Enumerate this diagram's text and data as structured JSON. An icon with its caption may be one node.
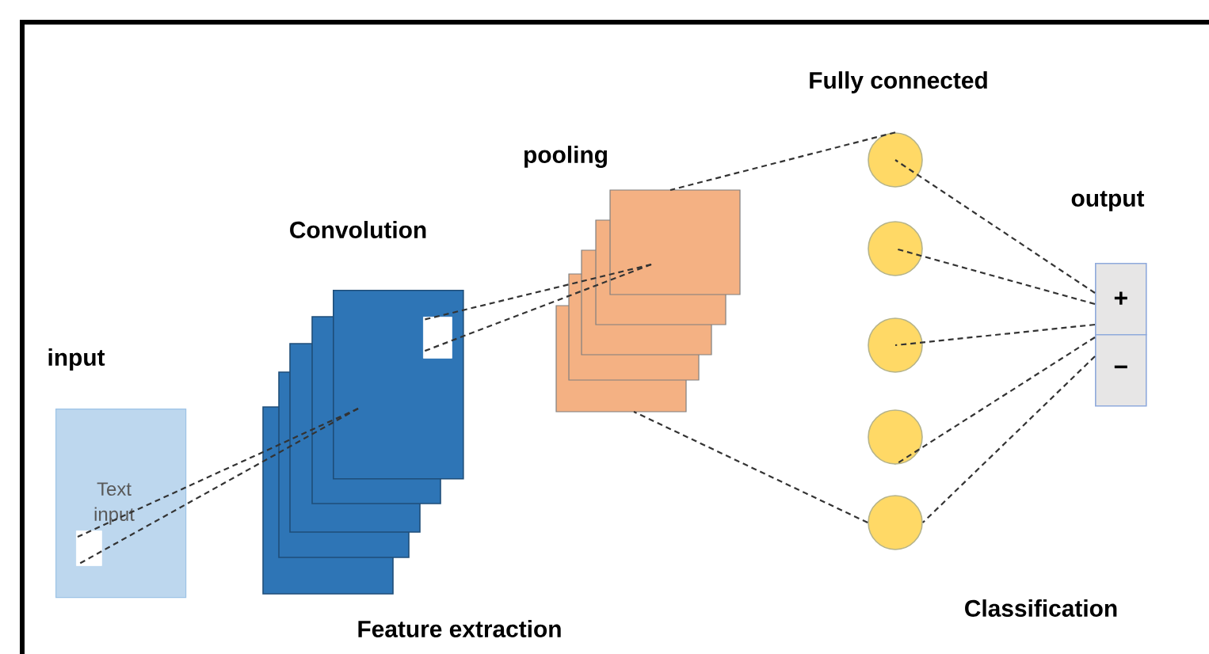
{
  "diagram": {
    "nodes": [
      {
        "text": [
          "Text input"
        ]
      },
      {
        "text": [],
        "shape": "box",
        "in": 0
      },
      {
        "text": [],
        "shape": "box"
      },
      {
        "text": [],
        "shape": "box",
        "in": 2
      },
      {
        "text": [],
        "shape": "box"
      },
      {
        "text": [],
        "shape": "circle"
      },
      {
        "text": [],
        "shape": "circle"
      },
      {
        "text": [],
        "shape": "circle"
      },
      {
        "text": [],
        "shape": "circle"
      },
      {
        "text": [],
        "shape": "circle"
      },
      {
        "text": [
          "+"
        ]
      },
      {
        "text": [
          "−"
        ]
      }
    ],
    "edges": [
      {
        "from": 1,
        "to": 2,
        "arrow": "none",
        "style": "dashed"
      },
      {
        "from": 1,
        "to": 2,
        "arrow": "none",
        "style": "dashed"
      },
      {
        "from": 3,
        "to": 4,
        "arrow": "none",
        "style": "dashed"
      },
      {
        "from": 3,
        "to": 4,
        "arrow": "none",
        "style": "dashed"
      },
      {
        "from": 4,
        "to": 5,
        "arrow": "none",
        "style": "dashed"
      },
      {
        "from": 4,
        "to": 9,
        "arrow": "none",
        "style": "dashed"
      },
      {
        "from": 5,
        "to": 10,
        "arrow": "none",
        "style": "dashed"
      },
      {
        "from": 6,
        "to": 10,
        "arrow": "none",
        "style": "dashed"
      },
      {
        "from": 7,
        "to": 10,
        "arrow": "none",
        "style": "dashed"
      },
      {
        "from": 8,
        "to": 11,
        "arrow": "none",
        "style": "dashed"
      },
      {
        "from": 9,
        "to": 11,
        "arrow": "none",
        "style": "dashed"
      }
    ],
    "labels": [
      "Fully connected",
      "pooling",
      "output",
      "Convolution",
      "input",
      "Feature extraction",
      "Classification"
    ]
  }
}
